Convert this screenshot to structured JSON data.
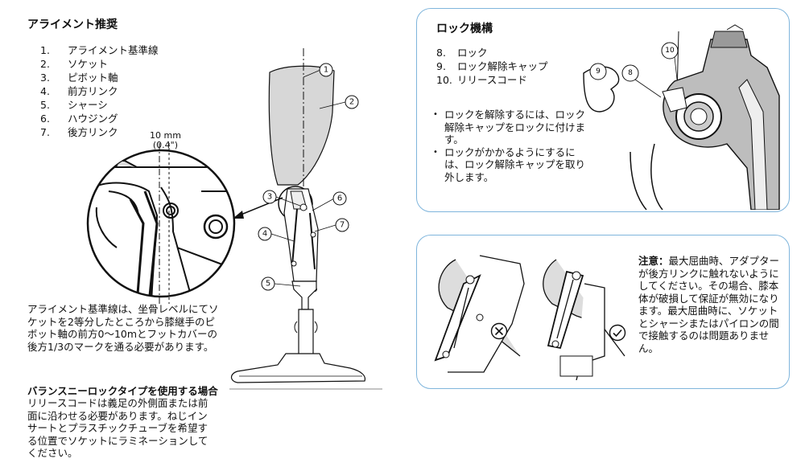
{
  "alignment": {
    "title": "アライメント推奨",
    "items": [
      {
        "num": "1.",
        "label": "アライメント基準線"
      },
      {
        "num": "2.",
        "label": "ソケット"
      },
      {
        "num": "3.",
        "label": "ピボット軸"
      },
      {
        "num": "4.",
        "label": "前方リンク"
      },
      {
        "num": "5.",
        "label": "シャーシ"
      },
      {
        "num": "6.",
        "label": "ハウジング"
      },
      {
        "num": "7.",
        "label": "後方リンク"
      }
    ],
    "offset_mm": "10 mm",
    "offset_in": "(0.4\")",
    "paragraph": "アライメント基準線は、坐骨レベルにてソケットを2等分したところから膝継手のピボット軸の前方0～10mとフットカバーの後方1/3のマークを通る必要があります。",
    "callouts": [
      "1",
      "2",
      "3",
      "4",
      "5",
      "6",
      "7"
    ]
  },
  "balance": {
    "title": "バランスニーロックタイプを使用する場合",
    "text": "リリースコードは義足の外側面または前面に沿わせる必要があります。ねじインサートとプラスチックチューブを希望する位置でソケットにラミネーションしてください。"
  },
  "lock": {
    "title": "ロック機構",
    "items": [
      {
        "num": "8.",
        "label": "ロック"
      },
      {
        "num": "9.",
        "label": "ロック解除キャップ"
      },
      {
        "num": "10.",
        "label": "リリースコード"
      }
    ],
    "bullets": [
      "ロックを解除するには、ロック解除キャップをロックに付けます。",
      "ロックがかかるようにするには、ロック解除キャップを取り外します。"
    ],
    "callouts": [
      "8",
      "9",
      "10"
    ]
  },
  "caution": {
    "label": "注意：",
    "text": "最大屈曲時、アダプターが後方リンクに触れないようにしてください。その場合、膝本体が破損して保証が無効になります。最大屈曲時に、ソケットとシャーシまたはパイロンの間で接触するのは問題ありません。"
  },
  "icons": [
    "cross-circle-icon",
    "check-circle-icon"
  ]
}
